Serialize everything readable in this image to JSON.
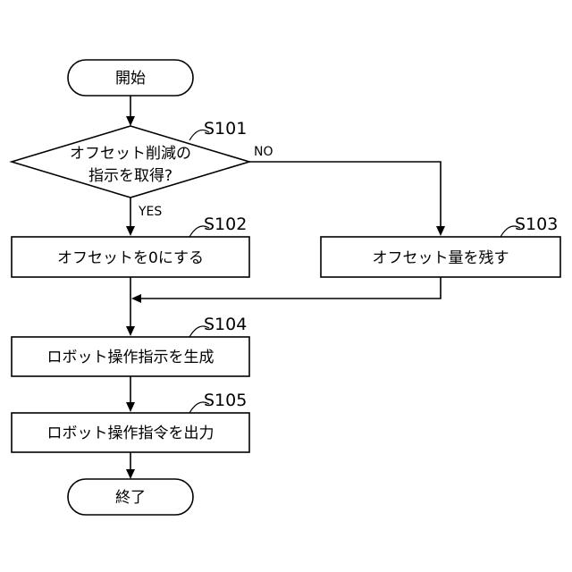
{
  "flowchart": {
    "start_label": "開始",
    "end_label": "終了",
    "decision": {
      "line1": "オフセット削減の",
      "line2": "指示を取得?",
      "step": "S101",
      "yes_label": "YES",
      "no_label": "NO"
    },
    "process": {
      "s102": {
        "step": "S102",
        "label": "オフセットを0にする"
      },
      "s103": {
        "step": "S103",
        "label": "オフセット量を残す"
      },
      "s104": {
        "step": "S104",
        "label": "ロボット操作指示を生成"
      },
      "s105": {
        "step": "S105",
        "label": "ロボット操作指令を出力"
      }
    }
  }
}
